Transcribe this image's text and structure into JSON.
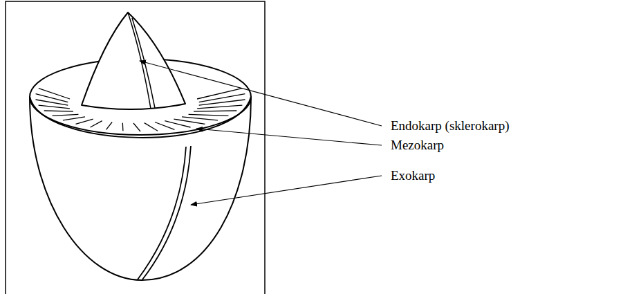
{
  "diagram": {
    "labels": [
      "Endokarp (sklerokarp)",
      "Mezokarp",
      "Exokarp"
    ]
  }
}
